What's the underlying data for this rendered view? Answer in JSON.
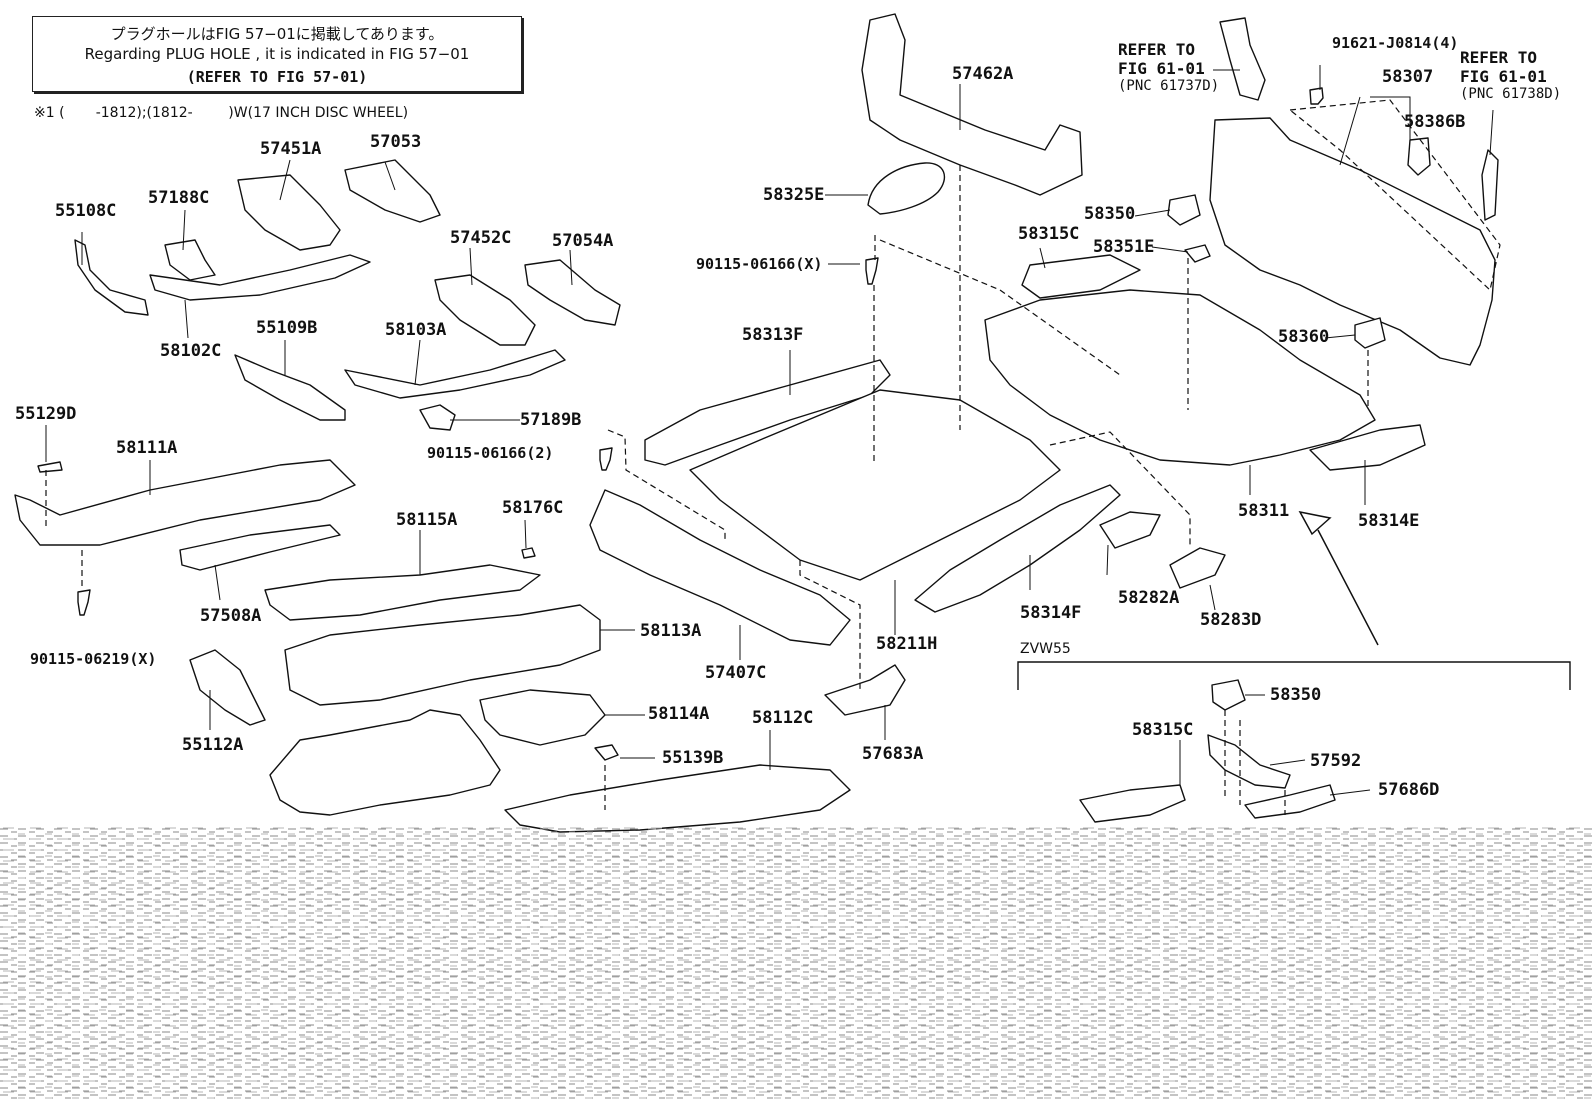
{
  "note": {
    "line1": "プラグホールはFIG 57−01に掲載してあります。",
    "line2": "Regarding  PLUG  HOLE , it is indicated in FIG  57−01",
    "line3": "(REFER TO FIG 57-01)"
  },
  "footnote": "※1 (       -1812);(1812-        )W(17 INCH DISC WHEEL)",
  "variant_label": "ZVW55",
  "references": [
    {
      "refer": "REFER TO",
      "fig": "FIG 61-01",
      "pnc": "(PNC 61737D)"
    },
    {
      "refer": "REFER TO",
      "fig": "FIG 61-01",
      "pnc": "(PNC 61738D)"
    }
  ],
  "part_labels": [
    "57462A",
    "57451A",
    "57053",
    "55108C",
    "57188C",
    "57452C",
    "57054A",
    "58102C",
    "55109B",
    "58103A",
    "57189B",
    "90115-06166(2)",
    "55129D",
    "58111A",
    "58176C",
    "58115A",
    "57508A",
    "58113A",
    "90115-06219(X)",
    "55112A",
    "58114A",
    "58112C",
    "55139B",
    "57683A",
    "57407C",
    "58211H",
    "58313F",
    "58325E",
    "90115-06166(X)",
    "58315C",
    "58350",
    "58351E",
    "58360",
    "58311",
    "58314E",
    "58314F",
    "58282A",
    "58283D",
    "91621-J0814(4)",
    "58307",
    "58386B",
    "58350",
    "58315C",
    "57592",
    "57686D"
  ],
  "colors": {
    "ink": "#111111",
    "paper": "#ffffff"
  }
}
